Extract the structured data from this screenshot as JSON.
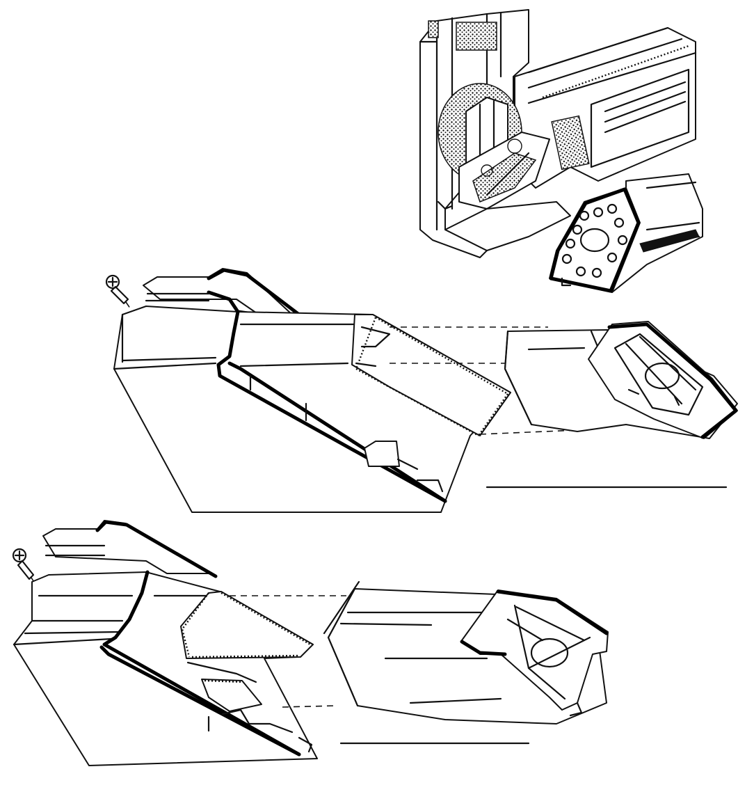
{
  "figure": {
    "description_visible_text": [],
    "parts": [
      "corner-joint-cutaway",
      "corner-connector-insert",
      "frame-profile-upper",
      "connector-block-upper",
      "frame-profile-lower",
      "connector-block-lower"
    ],
    "colors": {
      "ink": "#111111",
      "paper": "#ffffff"
    }
  }
}
